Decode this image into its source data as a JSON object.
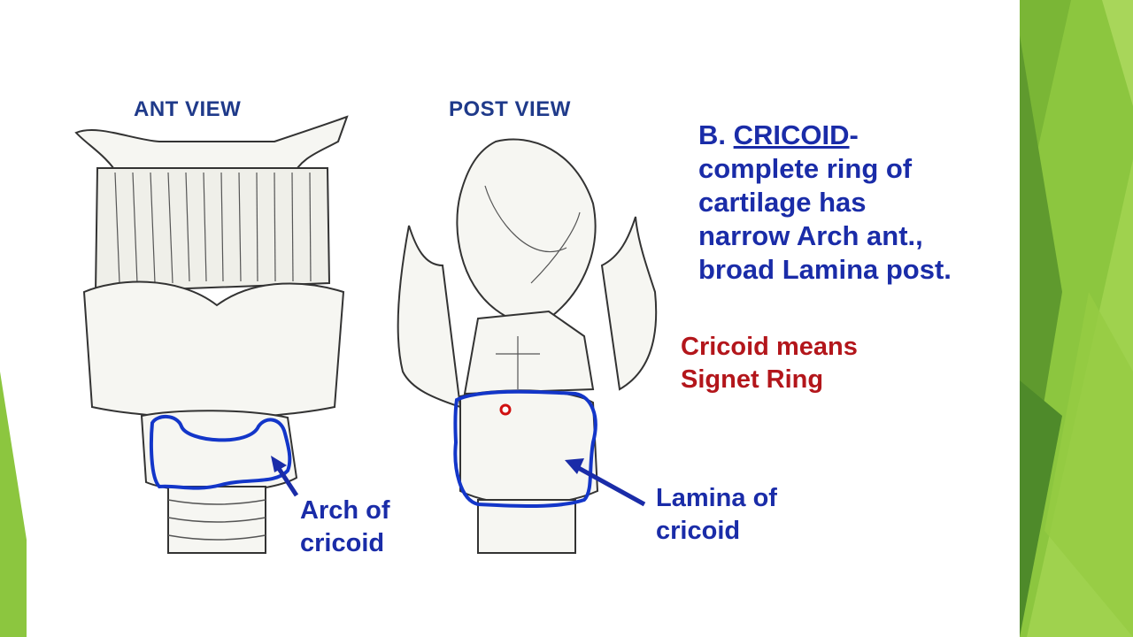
{
  "slide": {
    "colors": {
      "blue_text": "#1a2ca8",
      "red_text": "#b3161b",
      "green_primary": "#8cc63f",
      "green_dark": "#4e8a2a",
      "outline_blue": "#1336c9"
    },
    "views": {
      "anterior": "ANT VIEW",
      "posterior": "POST VIEW"
    },
    "heading": {
      "prefix": "B. ",
      "term": "CRICOID",
      "suffix": "-",
      "lines": [
        "complete ring of",
        "cartilage has",
        "narrow Arch ant.,",
        "broad Lamina post."
      ]
    },
    "note": {
      "lines": [
        "Cricoid means",
        "Signet Ring"
      ]
    },
    "labels": {
      "arch": [
        "Arch of",
        "cricoid"
      ],
      "lamina": [
        "Lamina of",
        "cricoid"
      ]
    }
  }
}
